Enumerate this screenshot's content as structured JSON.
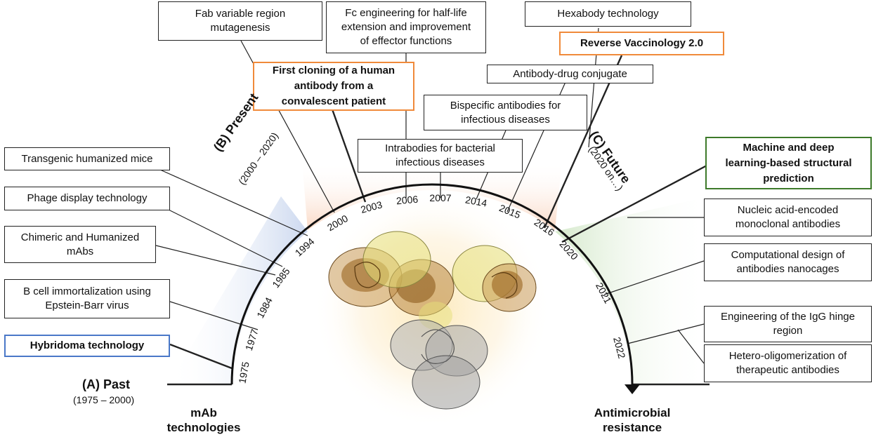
{
  "eras": {
    "past": {
      "title": "(A) Past",
      "range": "(1975 – 2000)"
    },
    "present": {
      "title": "(B) Present",
      "range": "(2000 – 2020)"
    },
    "future": {
      "title": "(C) Future",
      "range": "(2020 on…)"
    }
  },
  "footer": {
    "left": "mAb\ntechnologies",
    "right": "Antimicrobial\nresistance"
  },
  "years": [
    "1975",
    "1977",
    "1984",
    "1985",
    "1994",
    "2000",
    "2003",
    "2006",
    "2007",
    "2014",
    "2015",
    "2016",
    "2020",
    "2021",
    "2022"
  ],
  "milestones": {
    "hybridoma": "Hybridoma technology",
    "ebv": "B cell immortalization using\nEpstein-Barr virus",
    "chimeric": "Chimeric and Humanized\nmAbs",
    "phage": "Phage display technology",
    "transgenic": "Transgenic humanized mice",
    "fab": "Fab variable region\nmutagenesis",
    "first_cloning": "First cloning of a human\nantibody from a\nconvalescent patient",
    "fc": "Fc engineering for half-life\nextension and improvement\nof effector functions",
    "intrabodies": "Intrabodies for bacterial\ninfectious diseases",
    "bispecific": "Bispecific antibodies for\ninfectious diseases",
    "adc": "Antibody-drug conjugate",
    "hexabody": "Hexabody technology",
    "rv2": "Reverse Vaccinology 2.0",
    "ml": "Machine and deep\nlearning-based structural\nprediction",
    "nucleic": "Nucleic acid-encoded\nmonoclonal antibodies",
    "nanocages": "Computational design of\nantibodies nanocages",
    "hinge": "Engineering of the IgG hinge\nregion",
    "hetero": "Hetero-oligomerization of\ntherapeutic antibodies"
  },
  "colors": {
    "past": "#4a78c8",
    "present": "#f08a3a",
    "future": "#3d7a2a",
    "past_glow": "#c9d6ee",
    "present_glow": "#f9d2bb",
    "future_glow": "#d3e8c9",
    "antibody_fab": "#b07a2e",
    "antibody_fab_light": "#e8e27a",
    "antibody_fc": "#9a9a9a"
  }
}
